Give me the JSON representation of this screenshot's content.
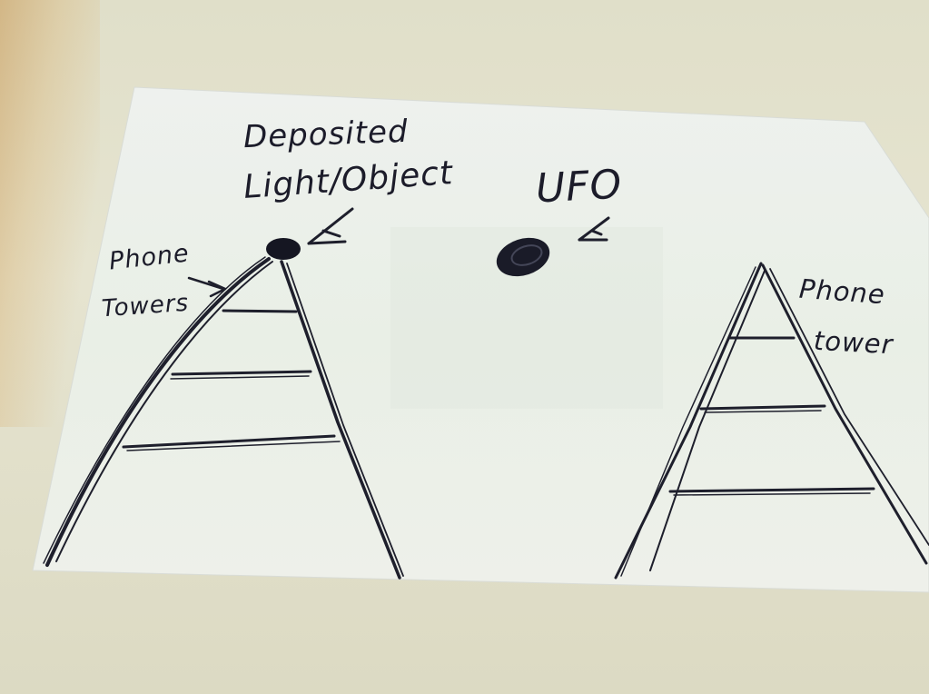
{
  "photo": {
    "subject": "pen sketch on white paper",
    "labels": {
      "deposited_line": "Deposited",
      "light_object_line": "Light/Object",
      "ufo": "UFO",
      "phone_left": "Phone",
      "towers_left": "Towers",
      "phone_right": "Phone",
      "tower_right": "tower"
    },
    "colors": {
      "ink": "#1c1c2a",
      "paper": "#eef2ec",
      "table": "#e3e1cc"
    }
  }
}
